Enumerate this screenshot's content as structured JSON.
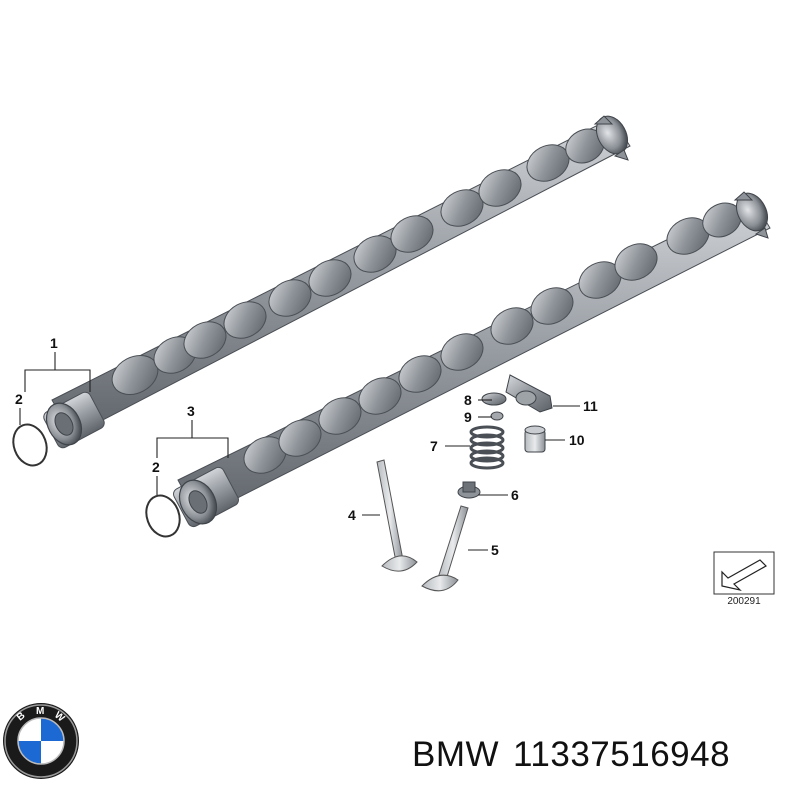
{
  "callouts": {
    "c1": "1",
    "c2a": "2",
    "c2b": "2",
    "c3": "3",
    "c4": "4",
    "c5": "5",
    "c6": "6",
    "c7": "7",
    "c8": "8",
    "c9": "9",
    "c10": "10",
    "c11": "11"
  },
  "diagram_code": "200291",
  "logo": {
    "brand_letters": [
      "B",
      "M",
      "W"
    ]
  },
  "caption": {
    "brand": "BMW",
    "part_number": "11337516948"
  },
  "colors": {
    "metal": "#8e9399",
    "metal_light": "#c9ccd0",
    "metal_dark": "#5c6167",
    "bmw_blue": "#1c69d4"
  }
}
